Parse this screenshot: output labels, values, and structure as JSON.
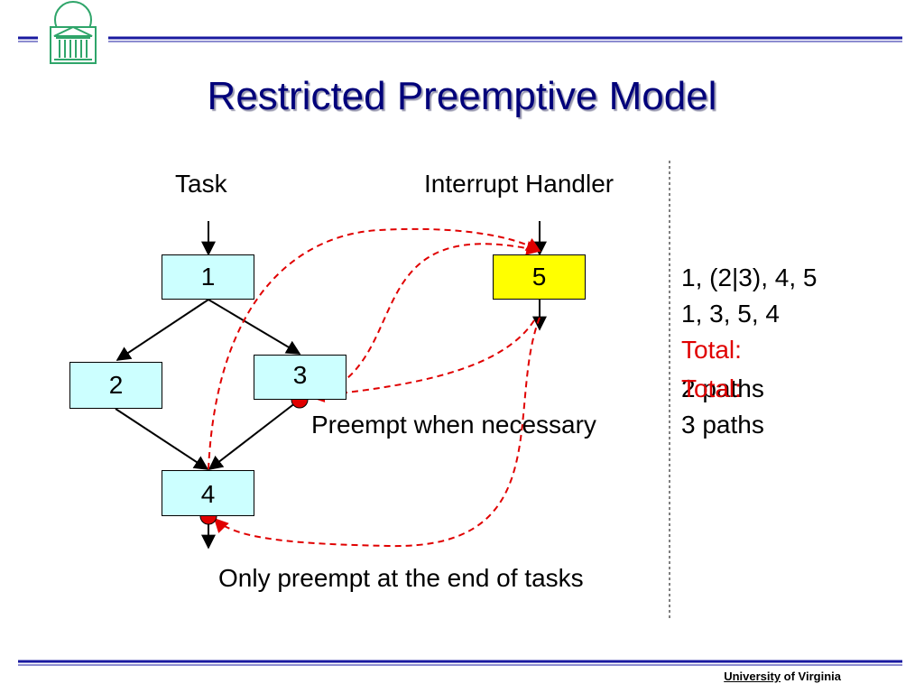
{
  "slide": {
    "title": "Restricted Preemptive Model",
    "task_label": "Task",
    "handler_label": "Interrupt Handler",
    "nodes": [
      {
        "id": "1",
        "label": "1"
      },
      {
        "id": "2",
        "label": "2"
      },
      {
        "id": "3",
        "label": "3"
      },
      {
        "id": "4",
        "label": "4"
      },
      {
        "id": "5",
        "label": "5"
      }
    ],
    "annotation_mid": "Preempt when necessary",
    "annotation_bottom": "Only preempt at the end of tasks",
    "paths": [
      "1, (2|3), 4, 5",
      "1, 3, 5, 4"
    ],
    "total_label": "Total:",
    "total_value_a": "2 paths",
    "total_value_b": "3 paths"
  },
  "footer": {
    "university": "University",
    "rest": " of Virginia"
  },
  "colors": {
    "title": "#00007a",
    "box_fill": "#ccffff",
    "handler_fill": "#ffff00",
    "preempt_arrow": "#e00000",
    "rule": "#1a1aa0"
  }
}
